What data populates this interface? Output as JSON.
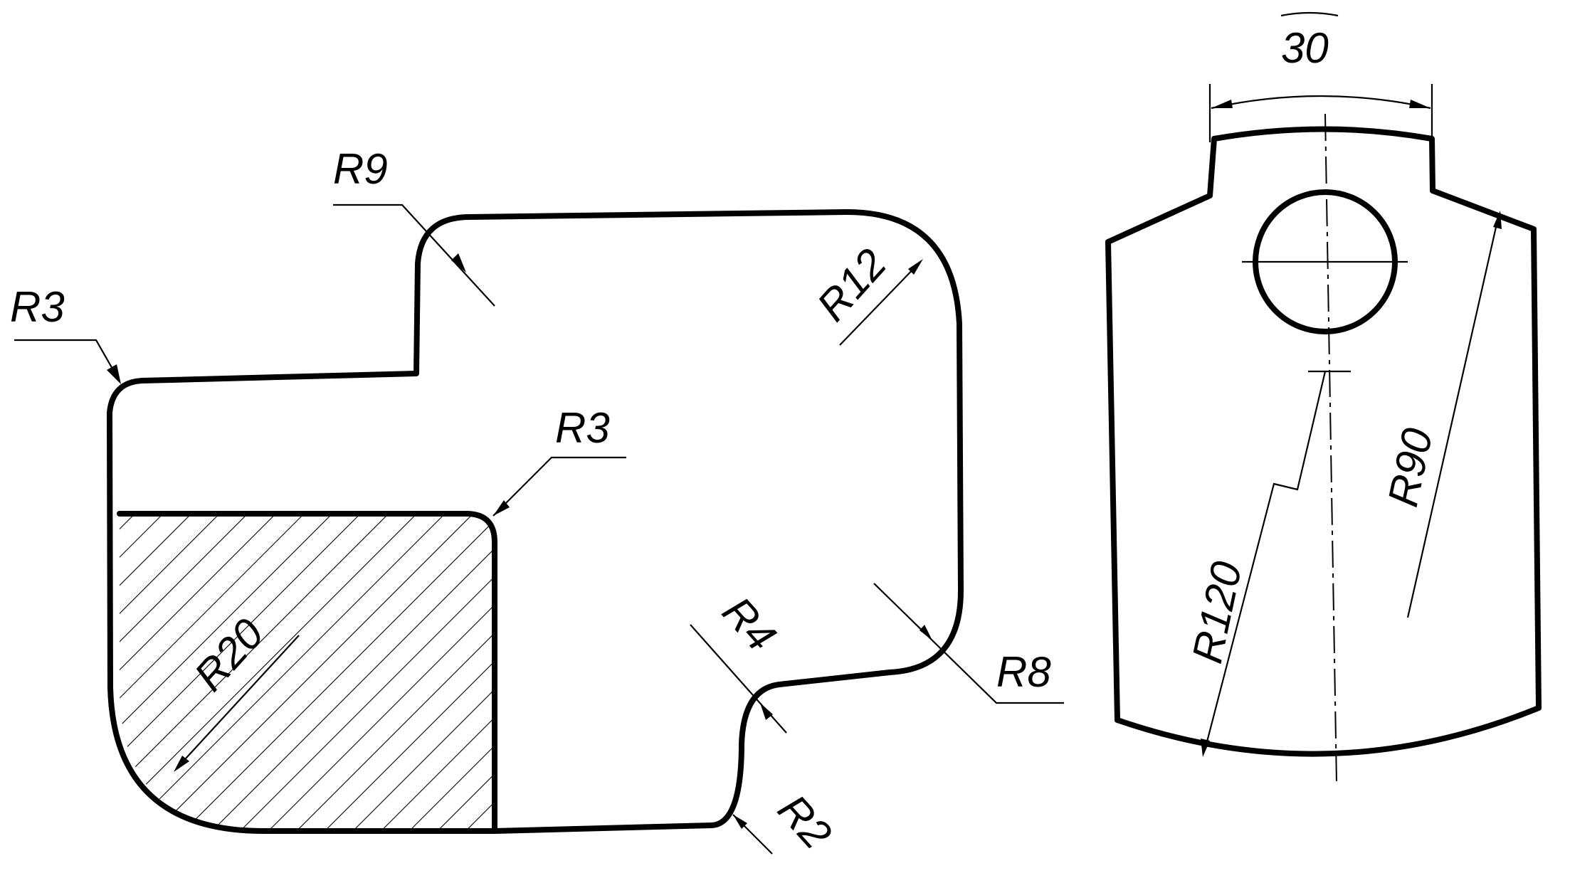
{
  "labels": {
    "r3_top": "R3",
    "r9": "R9",
    "r3_section": "R3",
    "r12": "R12",
    "r20": "R20",
    "r4": "R4",
    "r8": "R8",
    "r2": "R2",
    "width_30": "30",
    "r120": "R120",
    "r90": "R90"
  }
}
